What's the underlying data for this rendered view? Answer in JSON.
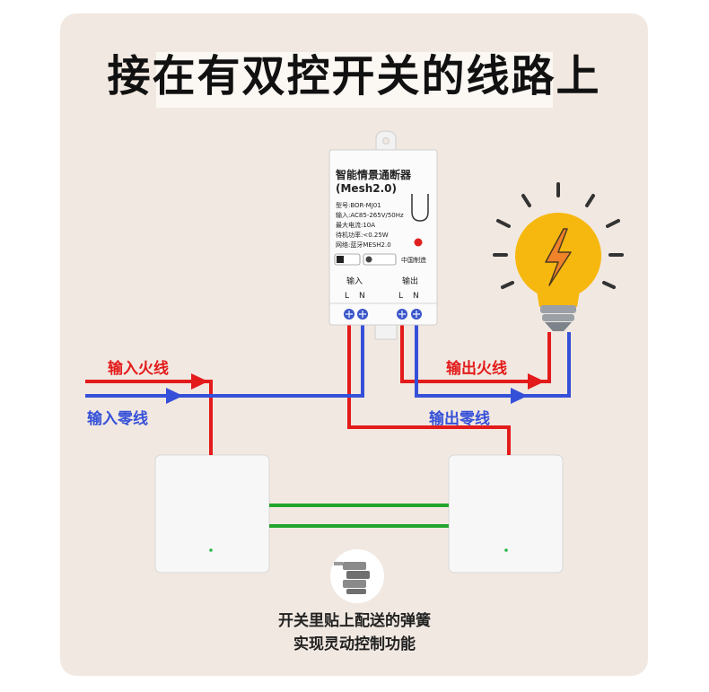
{
  "title": "接在有双控开关的线路上",
  "device": {
    "name": "智能情景通断器",
    "version": "(Mesh2.0)",
    "specs": [
      "型号:BOR-MJ01",
      "输入:AC85-265V/50Hz",
      "最大电流:10A",
      "待机功率:<0.25W",
      "网络:蓝牙MESH2.0"
    ],
    "made_in": "中国制造",
    "input_label": "输入",
    "output_label": "输出",
    "terminal_l": "L",
    "terminal_n": "N"
  },
  "labels": {
    "input_live": "输入火线",
    "input_neutral": "输入零线",
    "output_live": "输出火线",
    "output_neutral": "输出零线"
  },
  "caption": {
    "line1": "开关里贴上配送的弹簧",
    "line2": "实现灵动控制功能"
  },
  "colors": {
    "live": "#e31b1b",
    "neutral": "#3550d8",
    "traveler": "#21a52c",
    "bulb": "#f6b80f"
  }
}
